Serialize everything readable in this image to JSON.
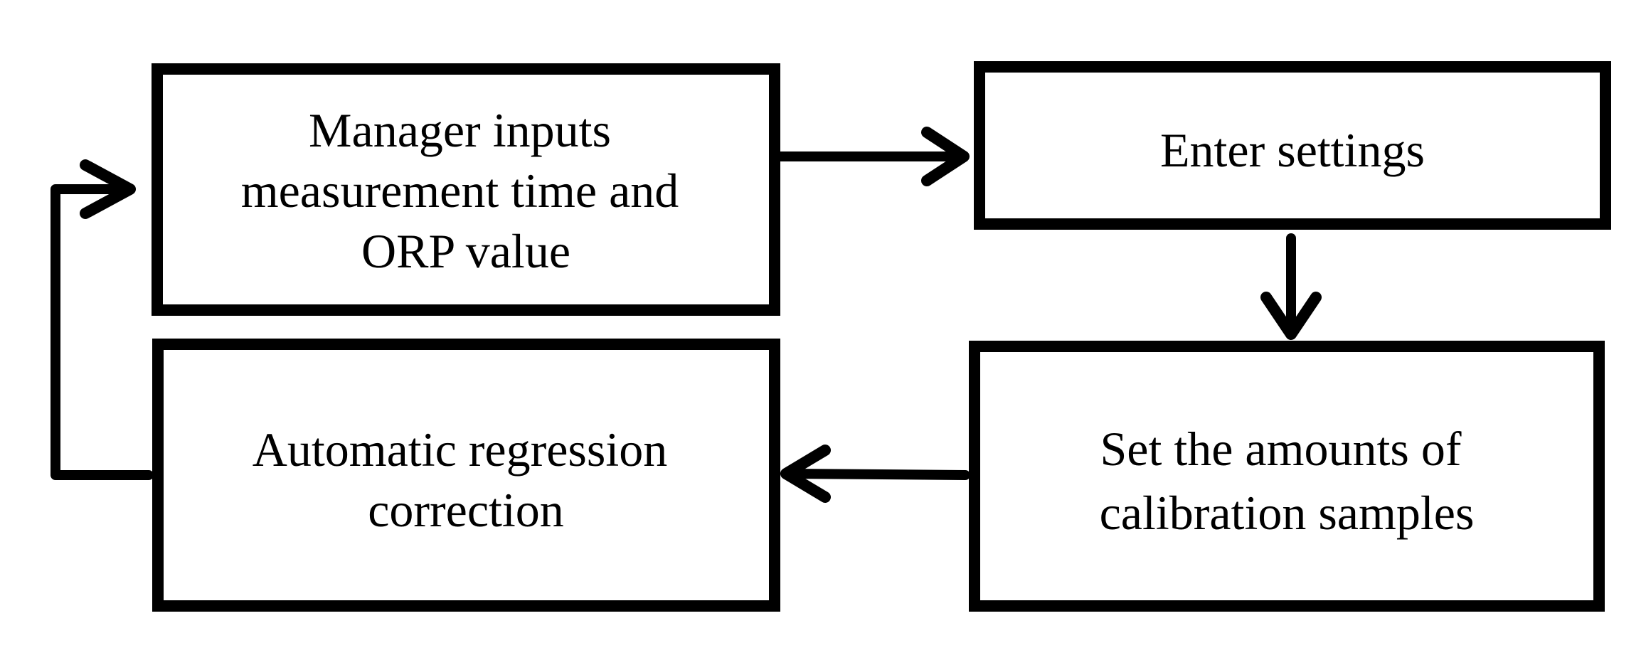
{
  "colors": {
    "background": "#ffffff",
    "stroke": "#000000",
    "text": "#000000"
  },
  "nodes": {
    "manager_inputs": {
      "lines": [
        "Manager inputs",
        "measurement time and",
        "ORP value"
      ]
    },
    "enter_settings": {
      "lines": [
        "Enter settings"
      ]
    },
    "set_amounts": {
      "lines": [
        "Set the amounts of",
        "calibration samples"
      ]
    },
    "regression": {
      "lines": [
        "Automatic regression",
        "correction"
      ]
    }
  }
}
